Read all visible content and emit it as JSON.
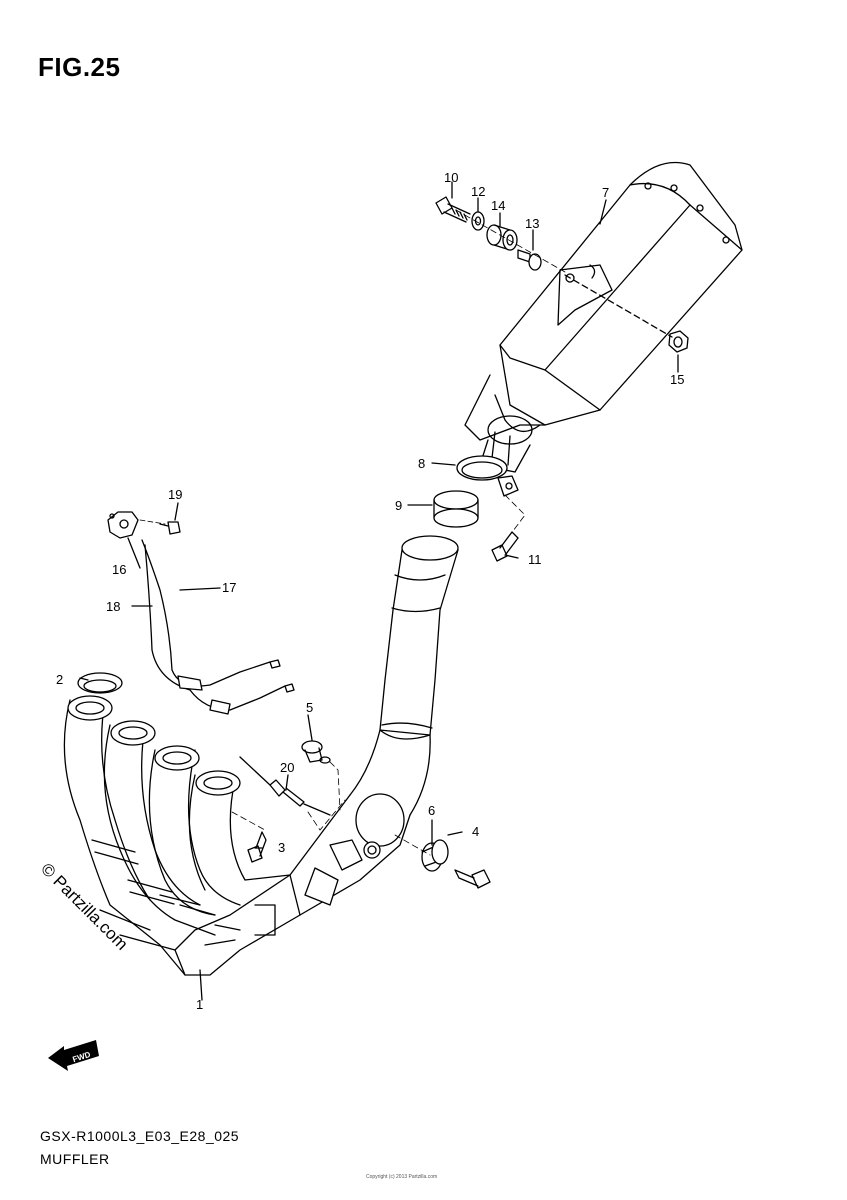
{
  "figure": {
    "title": "FIG.25",
    "footer_code": "GSX-R1000L3_E03_E28_025",
    "footer_name": "MUFFLER",
    "credit": "Copyright (c) 2013 Partzilla.com"
  },
  "watermark": "© Partzilla.com",
  "fwd_label": "FWD",
  "callouts": [
    "1",
    "2",
    "3",
    "4",
    "5",
    "6",
    "7",
    "8",
    "9",
    "10",
    "11",
    "12",
    "13",
    "14",
    "15",
    "16",
    "17",
    "18",
    "19",
    "20"
  ],
  "icons": [
    "fwd-arrow-icon"
  ]
}
